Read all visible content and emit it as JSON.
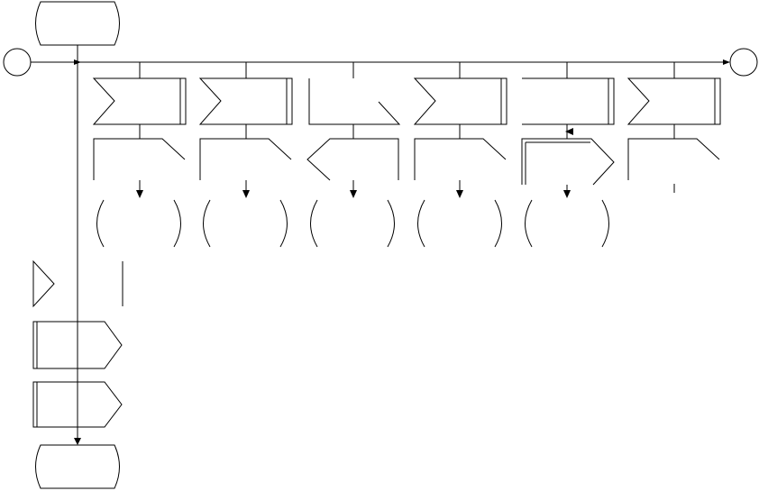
{
  "diagram": {
    "kind": "SDL-style process flowchart",
    "colors": {
      "stroke": "#000000",
      "background": "#ffffff"
    },
    "state_branches": 6,
    "branch_shapes": [
      {
        "input": "input-signal",
        "output": "output-signal",
        "next": "state"
      },
      {
        "input": "input-signal",
        "output": "output-signal",
        "next": "state"
      },
      {
        "input": "save-symbol",
        "output": "input-signal",
        "next": "state"
      },
      {
        "input": "input-signal",
        "output": "output-signal",
        "next": "state"
      },
      {
        "input": "priority-input",
        "output": "output-signal-double",
        "next": "state"
      },
      {
        "input": "input-signal",
        "output": "output-signal",
        "next": "none"
      }
    ],
    "left_column": [
      "input-signal",
      "output-signal",
      "output-signal",
      "terminator"
    ]
  }
}
